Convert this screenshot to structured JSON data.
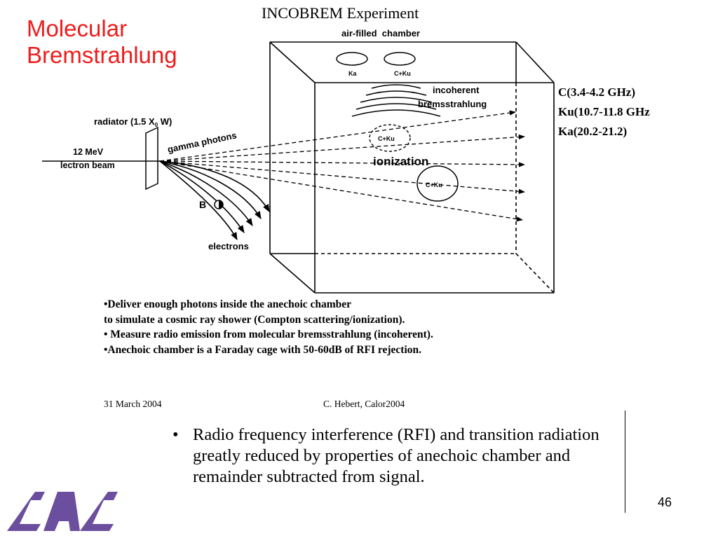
{
  "title": {
    "line1": "Molecular",
    "line2": "Bremstrahlung"
  },
  "figure": {
    "heading": "INCOBREM Experiment",
    "chamber_label": "air-filled  chamber",
    "antenna_ka": "Ka",
    "antenna_cku": "C+Ku",
    "radiator_label_pre": "radiator (1.5 X",
    "radiator_label_sub": "0",
    "radiator_label_post": " W)",
    "beam_label_1": "12 MeV",
    "beam_label_2": "lectron beam",
    "gamma_label": "gamma photons",
    "b_label": "B",
    "electrons_label": "electrons",
    "incoherent_1": "incoherent",
    "incoherent_2": "bremsstrahlung",
    "cku_dashed": "C+Ku",
    "ionization": "ionization",
    "cku_solid": "C+Ku",
    "bands": [
      "C(3.4-4.2 GHz)",
      "Ku(10.7-11.8 GHz",
      "Ka(20.2-21.2)"
    ],
    "bullets": [
      "•Deliver enough photons inside the anechoic chamber",
      "to simulate a cosmic ray shower (Compton scattering/ionization).",
      "• Measure radio emission from molecular bremsstrahlung (incoherent).",
      "•Anechoic chamber is a Faraday cage with 50-60dB of RFI rejection."
    ],
    "footer_date": "31 March 2004",
    "footer_author": "C. Hebert, Calor2004"
  },
  "main_bullet": {
    "marker": "•",
    "text": "Radio frequency interference (RFI)  and transition radiation greatly reduced by properties of anechoic chamber and remainder subtracted from signal."
  },
  "slide_number": "46",
  "logo": {
    "text": "CAC",
    "color": "#6b4f9e"
  },
  "colors": {
    "title": "#ee1c1c"
  }
}
